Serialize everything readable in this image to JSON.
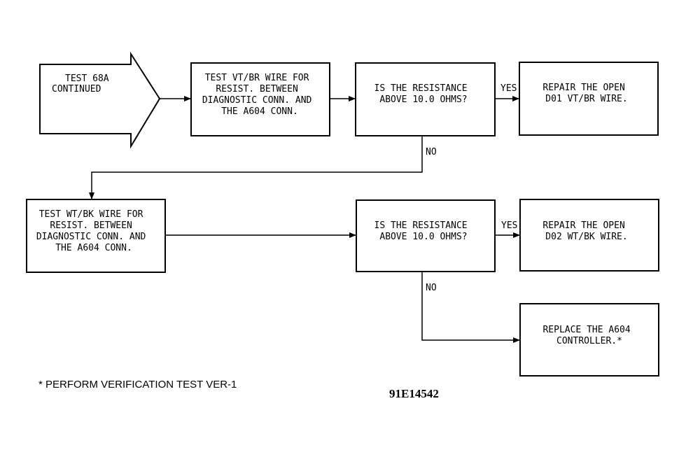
{
  "arrow_label": [
    "TEST 68A",
    "CONTINUED"
  ],
  "boxes": {
    "test_vt_br": [
      "TEST VT/BR WIRE FOR",
      "RESIST. BETWEEN",
      "DIAGNOSTIC CONN. AND",
      "THE A604 CONN."
    ],
    "question_1": [
      "IS THE RESISTANCE",
      "ABOVE 10.0 OHMS?"
    ],
    "repair_d01": [
      "REPAIR THE OPEN",
      "D01 VT/BR WIRE."
    ],
    "test_wt_bk": [
      "TEST WT/BK WIRE FOR",
      "RESIST. BETWEEN",
      "DIAGNOSTIC CONN. AND",
      "THE A604 CONN."
    ],
    "question_2": [
      "IS THE RESISTANCE",
      "ABOVE 10.0 OHMS?"
    ],
    "repair_d02": [
      "REPAIR THE OPEN",
      "D02 WT/BK WIRE."
    ],
    "replace_a604": [
      "REPLACE THE A604",
      "CONTROLLER.*"
    ]
  },
  "edge_labels": {
    "yes_1": "YES",
    "no_1": "NO",
    "yes_2": "YES",
    "no_2": "NO"
  },
  "footnote": "* PERFORM VERIFICATION TEST VER-1",
  "figure_id": "91E14542"
}
